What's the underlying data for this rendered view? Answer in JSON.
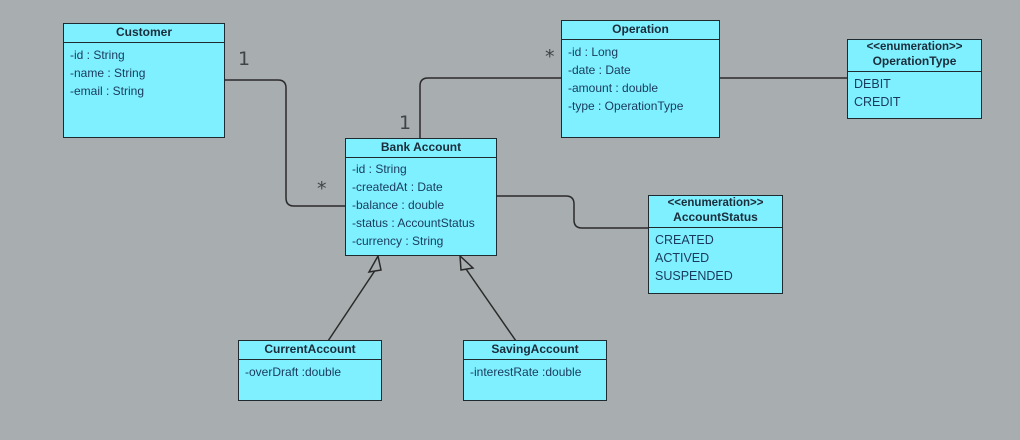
{
  "classes": {
    "customer": {
      "name": "Customer",
      "attributes": [
        "-id : String",
        "-name : String",
        "-email : String"
      ]
    },
    "operation": {
      "name": "Operation",
      "attributes": [
        "-id : Long",
        "-date : Date",
        "-amount : double",
        "-type : OperationType"
      ]
    },
    "operation_type": {
      "stereotype": "<<enumeration>>",
      "name": "OperationType",
      "values": [
        "DEBIT",
        "CREDIT"
      ]
    },
    "bank_account": {
      "name": "Bank Account",
      "attributes": [
        "-id : String",
        "-createdAt : Date",
        "-balance : double",
        "-status : AccountStatus",
        "-currency : String"
      ]
    },
    "account_status": {
      "stereotype": "<<enumeration>>",
      "name": "AccountStatus",
      "values": [
        "CREATED",
        "ACTIVED",
        "SUSPENDED"
      ]
    },
    "current_account": {
      "name": "CurrentAccount",
      "attributes": [
        "-overDraft :double"
      ]
    },
    "saving_account": {
      "name": "SavingAccount",
      "attributes": [
        "-interestRate :double"
      ]
    }
  },
  "multiplicities": {
    "customer_end": "1",
    "bank_account_customer_end": "*",
    "operation_end": "*",
    "bank_account_operation_end": "1"
  },
  "colors": {
    "background": "#a8adb0",
    "class_fill": "#7ff0ff",
    "line": "#2a2a2a"
  }
}
